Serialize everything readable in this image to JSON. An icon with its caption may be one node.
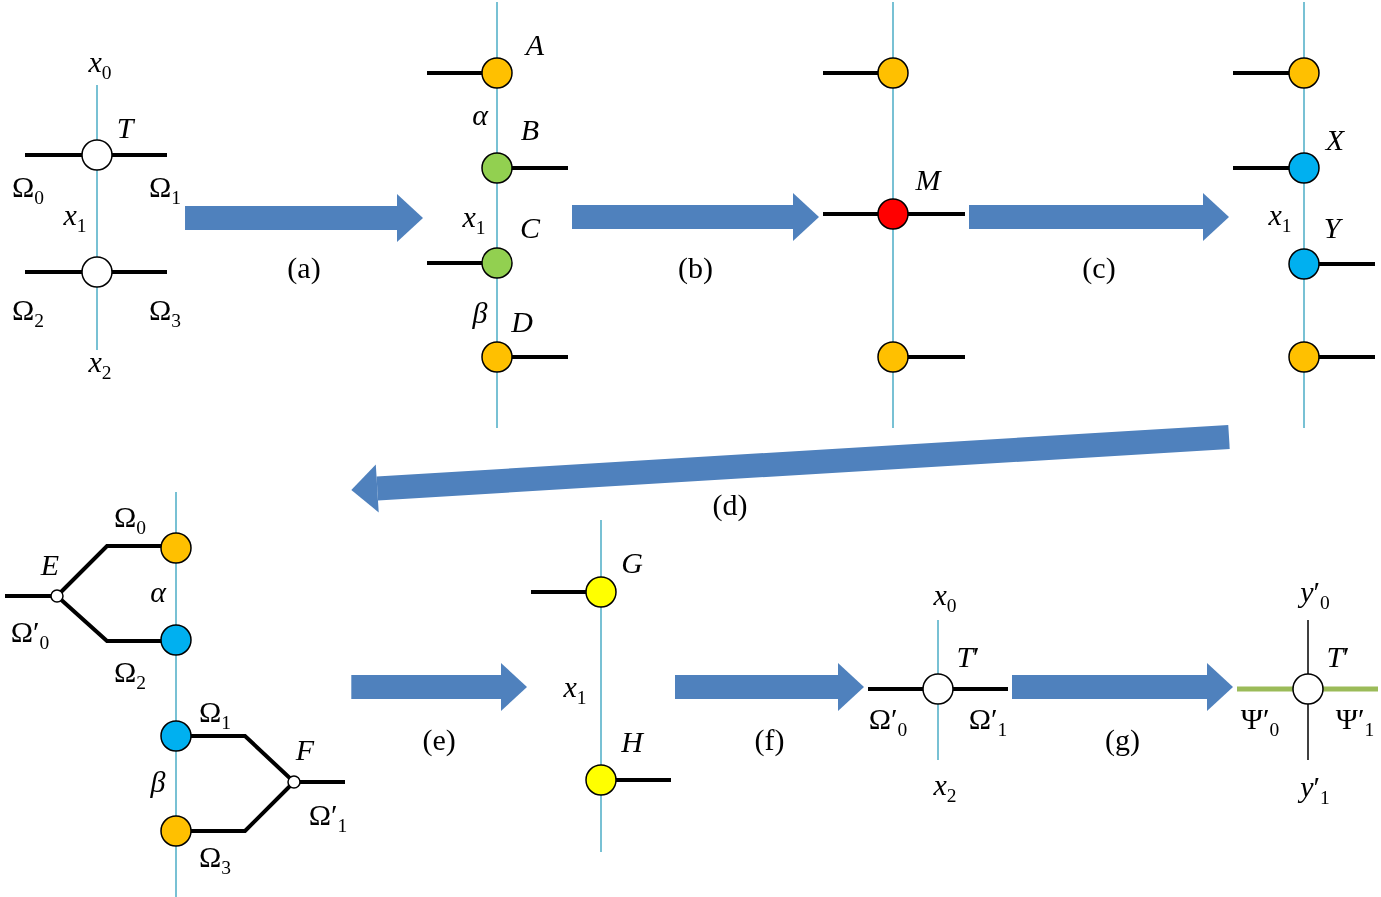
{
  "diagram": {
    "nodes": [
      {
        "text": [
          "*x*$_{0}$",
          "*T*",
          "Ω$_{0}$",
          "Ω$_{1}$",
          "*x*$_{1}$",
          "Ω$_{2}$",
          "Ω$_{3}$",
          "*x*$_{2}$"
        ]
      },
      {
        "text": [
          "*A*",
          "*α*",
          "*B*",
          "*x*$_{1}$",
          "*C*",
          "*β*",
          "*D*"
        ]
      },
      {
        "text": [
          "*M*"
        ]
      },
      {
        "text": [
          "*X*",
          "*x*$_{1}$",
          "*Y*"
        ]
      },
      {
        "text": [
          "*E*",
          "Ω$_{0}$",
          "*α*",
          "Ω′$_{0}$",
          "Ω$_{2}$",
          "Ω$_{1}$",
          "*F*",
          "*β*",
          "Ω′$_{1}$",
          "Ω$_{3}$"
        ]
      },
      {
        "text": [
          "*G*",
          "*x*$_{1}$",
          "*H*"
        ]
      },
      {
        "text": [
          "*x*$_{0}$",
          "*T*′",
          "Ω′$_{0}$",
          "Ω′$_{1}$",
          "*x*$_{2}$"
        ]
      },
      {
        "text": [
          "*y*′$_{0}$",
          "*T*′",
          "Ψ′$_{0}$",
          "Ψ′$_{1}$",
          "*y*′$_{1}$"
        ]
      }
    ],
    "edges": [
      {
        "from": 0,
        "to": 1,
        "arrow": "to",
        "label": "(a)"
      },
      {
        "from": 1,
        "to": 2,
        "arrow": "to",
        "label": "(b)"
      },
      {
        "from": 2,
        "to": 3,
        "arrow": "to",
        "label": "(c)"
      },
      {
        "from": 3,
        "to": 4,
        "arrow": "to",
        "label": "(d)"
      },
      {
        "from": 4,
        "to": 5,
        "arrow": "to",
        "label": "(e)"
      },
      {
        "from": 5,
        "to": 6,
        "arrow": "to",
        "label": "(f)"
      },
      {
        "from": 6,
        "to": 7,
        "arrow": "to",
        "label": "(g)"
      }
    ]
  }
}
